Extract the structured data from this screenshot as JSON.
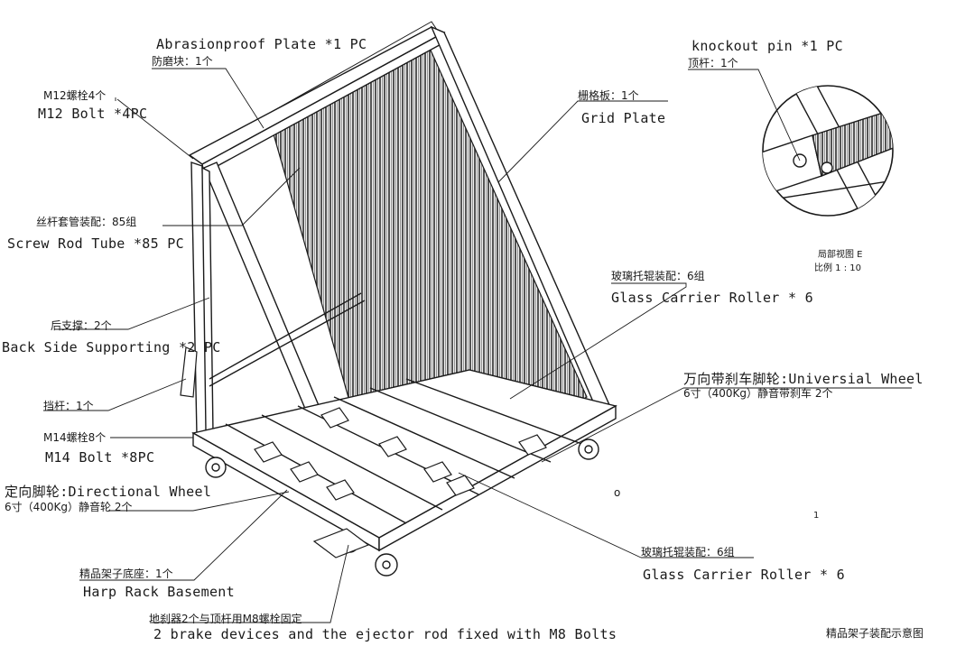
{
  "labels": {
    "abrasion_en": "Abrasionproof Plate *1 PC",
    "abrasion_cn": "防磨块：1个",
    "bolt12_cn": "M12螺栓4个",
    "bolt12_en": "M12 Bolt *4PC",
    "screw_cn": "丝杆套管装配：85组",
    "screw_en": "Screw Rod Tube *85 PC",
    "back_cn": "后支撑：2个",
    "back_en": "Back Side Supporting *2 PC",
    "stop_cn": "挡杆：1个",
    "bolt14_cn": "M14螺栓8个",
    "bolt14_en": "M14 Bolt *8PC",
    "dirwheel_l1": "定向脚轮:Directional Wheel",
    "dirwheel_l2": "6寸（400Kg）静音轮 2个",
    "base_cn": "精品架子底座：1个",
    "base_en": "Harp Rack Basement",
    "brake_cn": "地刹器2个与顶杆用M8螺栓固定",
    "brake_en": "2 brake devices and the ejector rod fixed with M8 Bolts",
    "knockout_en": "knockout pin *1 PC",
    "knockout_cn": "顶杆：1个",
    "grid_cn": "栅格板：1个",
    "grid_en": "Grid Plate",
    "detail_title": "局部视图 E",
    "detail_scale": "比例 1 : 10",
    "roller1_cn": "玻璃托辊装配：6组",
    "roller1_en": "Glass Carrier Roller * 6",
    "univ_l1": "万向带刹车脚轮:Universial Wheel",
    "univ_l2": "6寸（400Kg）静音带刹车 2个",
    "roller2_cn": "玻璃托辊装配：6组",
    "roller2_en": "Glass Carrier Roller * 6",
    "mark_o": "o",
    "mark_1": "1",
    "caption": "精品架子装配示意图"
  },
  "colors": {
    "line": "#1a1a1a",
    "panel": "#3a3a3a"
  }
}
